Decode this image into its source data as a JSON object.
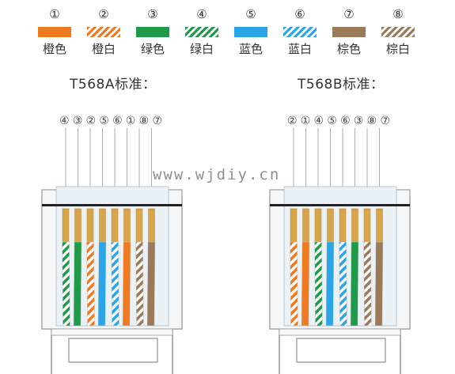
{
  "colors": {
    "orange": "#f07a20",
    "green": "#1f9a48",
    "blue": "#2aa5e8",
    "brown": "#9a7a58",
    "white": "#ffffff",
    "copper": "#d9a54a",
    "line": "#9a9a9a"
  },
  "legend": [
    {
      "num": "①",
      "label": "橙色",
      "color": "orange",
      "striped": false
    },
    {
      "num": "②",
      "label": "橙白",
      "color": "orange",
      "striped": true
    },
    {
      "num": "③",
      "label": "绿色",
      "color": "green",
      "striped": false
    },
    {
      "num": "④",
      "label": "绿白",
      "color": "green",
      "striped": true
    },
    {
      "num": "⑤",
      "label": "蓝色",
      "color": "blue",
      "striped": false
    },
    {
      "num": "⑥",
      "label": "蓝白",
      "color": "blue",
      "striped": true
    },
    {
      "num": "⑦",
      "label": "棕色",
      "color": "brown",
      "striped": false
    },
    {
      "num": "⑧",
      "label": "棕白",
      "color": "brown",
      "striped": true
    }
  ],
  "standards": [
    {
      "title": "T568A标准：",
      "order_label": "④③②⑤⑥①⑧⑦",
      "order": [
        4,
        3,
        2,
        5,
        6,
        1,
        8,
        7
      ]
    },
    {
      "title": "T568B标准：",
      "order_label": "②①④⑤⑥③⑧⑦",
      "order": [
        2,
        1,
        4,
        5,
        6,
        3,
        8,
        7
      ]
    }
  ],
  "watermark": "www.wjdiy.cn"
}
